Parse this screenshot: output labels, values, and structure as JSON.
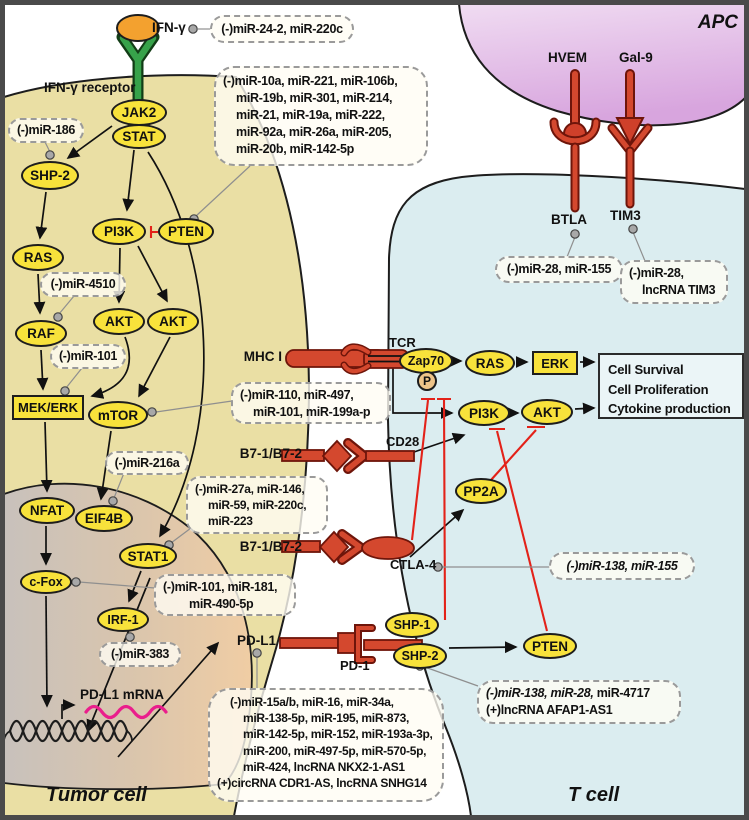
{
  "colors": {
    "node_fill": "#f8e23b",
    "receptor_red": "#d4482e",
    "receptor_green": "#37a24a",
    "ligand_orange": "#f3a12f",
    "tumor_fill": "#eadfa4",
    "tcell_fill": "#dbedf0",
    "apc_fill": "#e7c3ea",
    "nucleus_gray": "#c8c1bc",
    "nucleus_peach": "#f0cda4",
    "inhibit_red": "#e32219",
    "mrna_pink": "#ea1e8c"
  },
  "labels": {
    "apc": "APC",
    "t_cell": "T cell",
    "tumor_cell": "Tumor cell",
    "ifng": "IFN-γ",
    "ifng_receptor": "IFN-γ receptor",
    "hvem": "HVEM",
    "gal9": "Gal-9",
    "btla": "BTLA",
    "tim3": "TIM3",
    "mhc1": "MHC I",
    "tcr": "TCR",
    "cd28": "CD28",
    "ctla4": "CTLA-4",
    "b7_top": "B7-1/B7-2",
    "b7_bottom": "B7-1/B7-2",
    "pdl1": "PD-L1",
    "pd1": "PD-1",
    "pdl1_mrna": "PD-L1 mRNA"
  },
  "nodes": {
    "jak2": "JAK2",
    "stat": "STAT",
    "shp2": "SHP-2",
    "ras": "RAS",
    "raf": "RAF",
    "mek_erk": "MEK/ERK",
    "pi3k": "PI3K",
    "pten": "PTEN",
    "akt_left": "AKT",
    "akt_right": "AKT",
    "mtor": "mTOR",
    "nfat": "NFAT",
    "eif4b": "EIF4B",
    "stat1": "STAT1",
    "cfox": "c-Fox",
    "irf1": "IRF-1",
    "zap70": "Zap70",
    "phospho": "P",
    "ras_t": "RAS",
    "erk": "ERK",
    "pi3k_t": "PI3K",
    "akt_t": "AKT",
    "pp2a": "PP2A",
    "shp1_t": "SHP-1",
    "shp2_t": "SHP-2",
    "pten_t": "PTEN"
  },
  "mirna": {
    "ifng_box": "(-)miR-24-2, miR-220c",
    "jak_stat_box": [
      "(-)miR-10a, miR-221, miR-106b,",
      "miR-19b, miR-301, miR-214,",
      "miR-21, miR-19a, miR-222,",
      "miR-92a, miR-26a, miR-205,",
      "miR-20b, miR-142-5p"
    ],
    "mir186_box": "(-)miR-186",
    "mir4510_box": "(-)miR-4510",
    "mir101_box": "(-)miR-101",
    "mtor_box": [
      "(-)miR-110, miR-497,",
      "miR-101, miR-199a-p"
    ],
    "mir216a_box": "(-)miR-216a",
    "stat1_box": [
      "(-)miR-27a, miR-146,",
      "miR-59, miR-220c,",
      "miR-223"
    ],
    "cfox_box": [
      "(-)miR-101, miR-181,",
      "miR-490-5p"
    ],
    "mir383_box": "(-)miR-383",
    "btla_box": "(-)miR-28, miR-155",
    "tim3_box": [
      "(-)miR-28,",
      "lncRNA TIM3"
    ],
    "ctla4_box": "(-)miR-138, miR-155",
    "pd1_box": {
      "line1_italic": "(-)miR-138, miR-28,",
      "line1_rest": " miR-4717",
      "line2": "(+)lncRNA AFAP1-AS1"
    },
    "pdl1_box": [
      "(-)miR-15a/b, miR-16, miR-34a,",
      "miR-138-5p, miR-195, miR-873,",
      "miR-142-5p, miR-152, miR-193a-3p,",
      "miR-200, miR-497-5p, miR-570-5p,",
      "miR-424, lncRNA NKX2-1-AS1",
      "(+)circRNA CDR1-AS, lncRNA SNHG14"
    ]
  },
  "outcomes": [
    "Cell Survival",
    "Cell Proliferation",
    "Cytokine production"
  ]
}
